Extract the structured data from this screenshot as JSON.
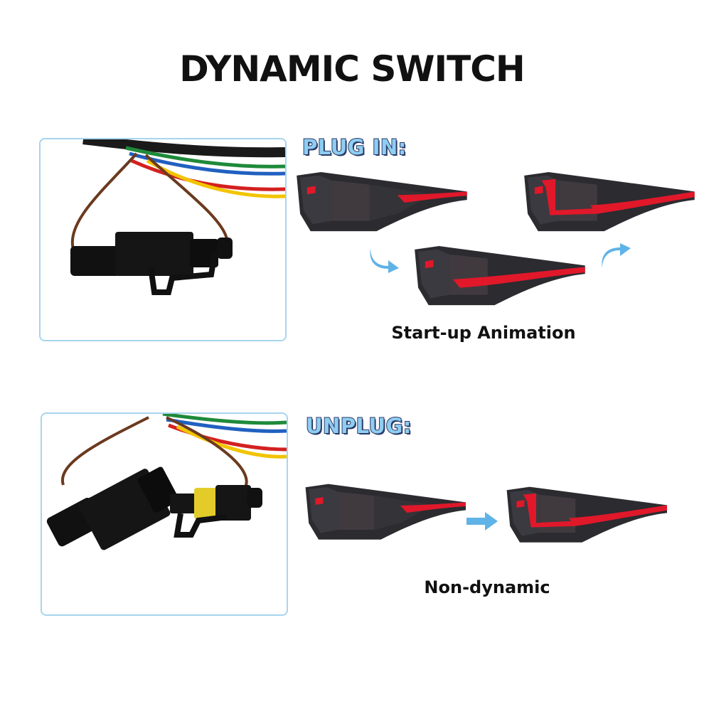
{
  "title": "DYNAMIC SWITCH",
  "plug_in": {
    "label": "PLUG IN:",
    "caption": "Start-up Animation"
  },
  "unplug": {
    "label": "UNPLUG:",
    "caption": "Non-dynamic"
  },
  "colors": {
    "panel_border": "#a8d4ee",
    "label_fill": "#8fcdf2",
    "label_outline": "#2a3a66",
    "arrow": "#5fb3e6",
    "lamp_red": "#e0182a",
    "lamp_body": "#3a3a40"
  },
  "icons": [
    "connector-plugged-photo",
    "connector-unplugged-photo",
    "tail-lamp-image",
    "curved-arrow-icon",
    "right-arrow-icon"
  ]
}
